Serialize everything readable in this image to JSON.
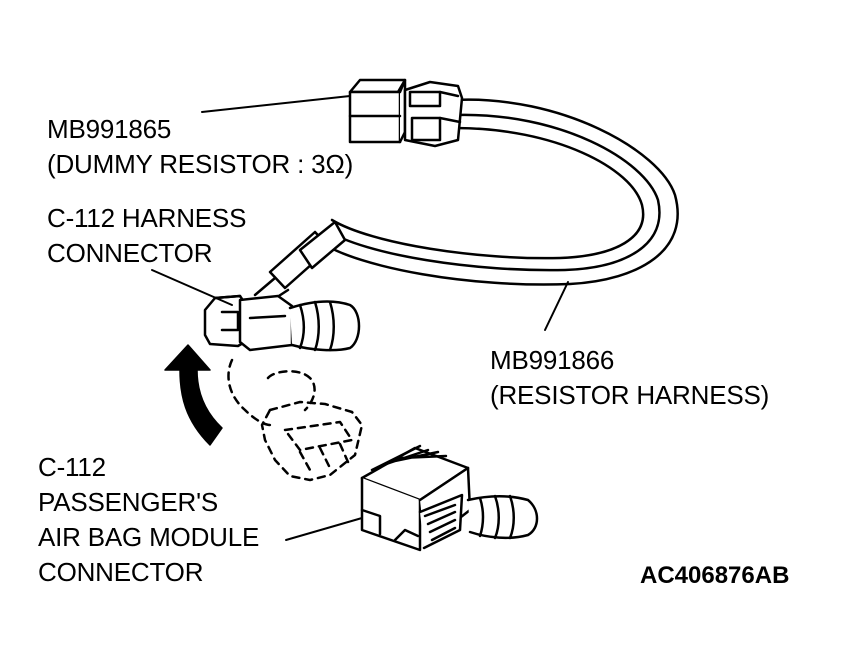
{
  "labels": {
    "dummy_resistor": {
      "line1": "MB991865",
      "line2": "(DUMMY RESISTOR : 3Ω)"
    },
    "harness_connector": {
      "line1": "C-112 HARNESS",
      "line2": "CONNECTOR"
    },
    "resistor_harness": {
      "line1": "MB991866",
      "line2": "(RESISTOR HARNESS)"
    },
    "airbag_connector": {
      "line1": "C-112",
      "line2": "PASSENGER'S",
      "line3": "AIR BAG MODULE",
      "line4": "CONNECTOR"
    }
  },
  "figure_code": "AC406876AB"
}
